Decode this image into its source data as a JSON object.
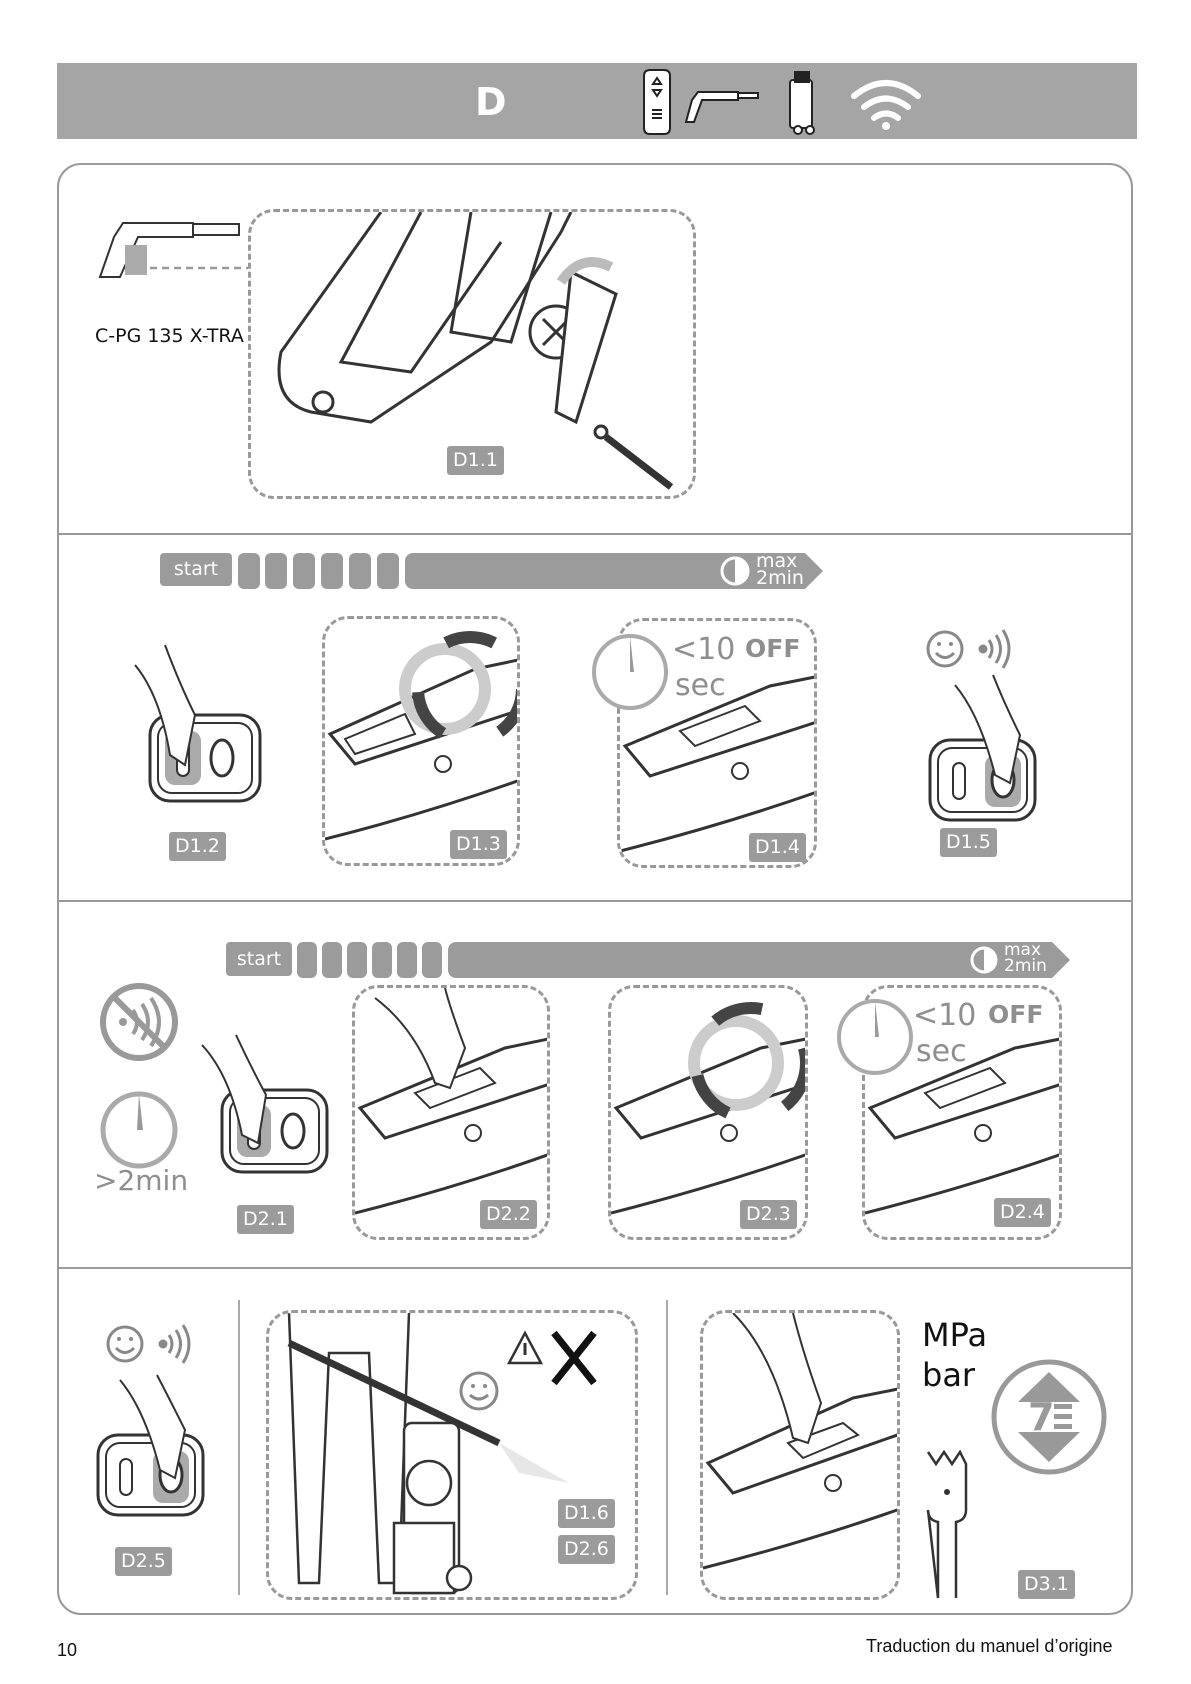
{
  "header": {
    "section_letter": "D"
  },
  "section1": {
    "model_name": "C-PG 135 X-TRA",
    "step_label": "D1.1"
  },
  "section2": {
    "start_label": "start",
    "max_label_line1": "max",
    "max_label_line2": "2min",
    "steps": [
      "D1.2",
      "D1.3",
      "D1.4",
      "D1.5"
    ],
    "timer_line1": "<10",
    "timer_line2": "sec",
    "off_label": "OFF"
  },
  "section3": {
    "start_label": "start",
    "max_label_line1": "max",
    "max_label_line2": "2min",
    "wait_label": ">2min",
    "steps": [
      "D2.1",
      "D2.2",
      "D2.3",
      "D2.4"
    ],
    "timer_line1": "<10",
    "timer_line2": "sec",
    "off_label": "OFF"
  },
  "section4": {
    "steps": [
      "D2.5",
      "D1.6",
      "D2.6",
      "D3.1"
    ],
    "unit_line1": "MPa",
    "unit_line2": "bar",
    "pressure_digit": "7"
  },
  "footer": {
    "page_number": "10",
    "note": "Traduction du manuel d’origine"
  },
  "colors": {
    "grey": "#9b9b9b",
    "line": "#999999",
    "dark": "#333333"
  }
}
